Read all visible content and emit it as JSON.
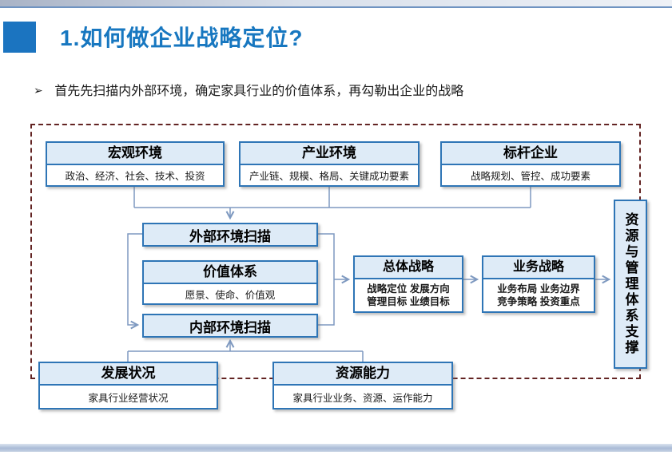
{
  "slide": {
    "title": "1.如何做企业战略定位?",
    "bullet_marker": "➢",
    "bullet": "首先先扫描内外部环境，确定家具行业的价值体系，再勾勒出企业的战略"
  },
  "colors": {
    "title_blue": "#1777c0",
    "box_border_blue": "#2e75b6",
    "box_header_fill": "#deebf7",
    "connector_blue": "#7e99c0",
    "dashed_border_maroon": "#632423"
  },
  "diagram": {
    "top_row": [
      {
        "title": "宏观环境",
        "body": "政治、经济、社会、技术、投资"
      },
      {
        "title": "产业环境",
        "body": "产业链、规模、格局、关键成功要素"
      },
      {
        "title": "标杆企业",
        "body": "战略规划、管控、成功要素"
      }
    ],
    "scan": {
      "external": "外部环境扫描",
      "value_system": {
        "title": "价值体系",
        "body": "愿景、使命、价值观"
      },
      "internal": "内部环境扫描"
    },
    "strategy": [
      {
        "title": "总体战略",
        "lines": [
          "战略定位  发展方向",
          "管理目标  业绩目标"
        ]
      },
      {
        "title": "业务战略",
        "lines": [
          "业务布局  业务边界",
          "竞争策略  投资重点"
        ]
      }
    ],
    "support_bar": "资源与管理体系支撑",
    "bottom_row": [
      {
        "title": "发展状况",
        "body": "家具行业经营状况"
      },
      {
        "title": "资源能力",
        "body": "家具行业业务、资源、运作能力"
      }
    ]
  }
}
